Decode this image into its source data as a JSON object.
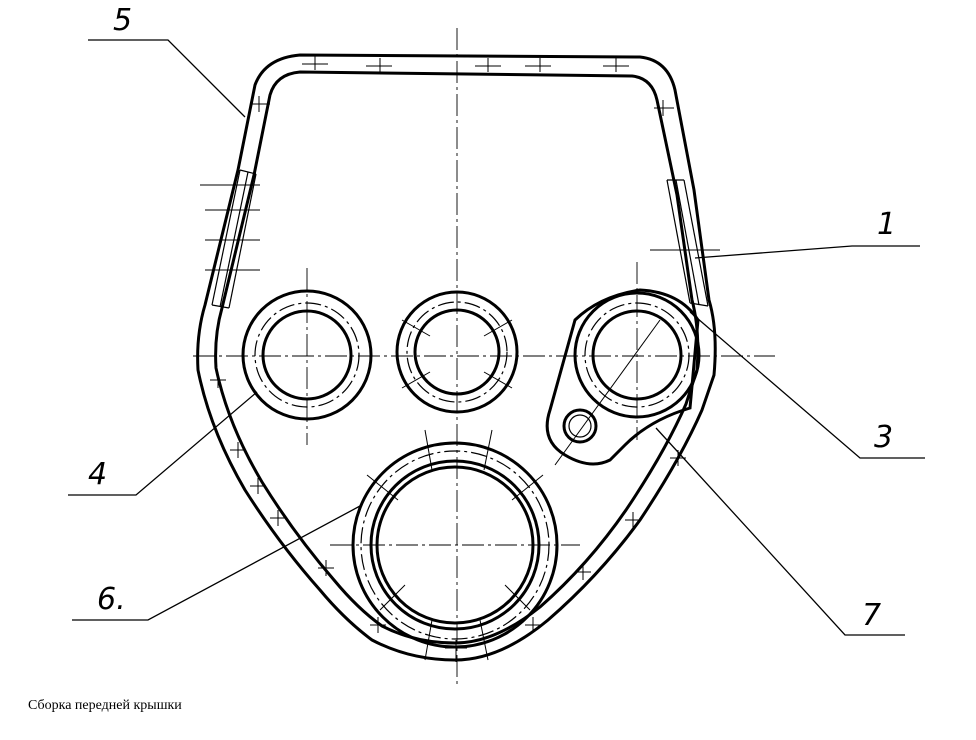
{
  "callouts": [
    {
      "id": "1",
      "text": "1"
    },
    {
      "id": "3",
      "text": "3"
    },
    {
      "id": "4",
      "text": "4"
    },
    {
      "id": "5",
      "text": "5"
    },
    {
      "id": "6",
      "text": "6."
    },
    {
      "id": "7",
      "text": "7"
    }
  ],
  "caption": "Сборка передней крышки"
}
